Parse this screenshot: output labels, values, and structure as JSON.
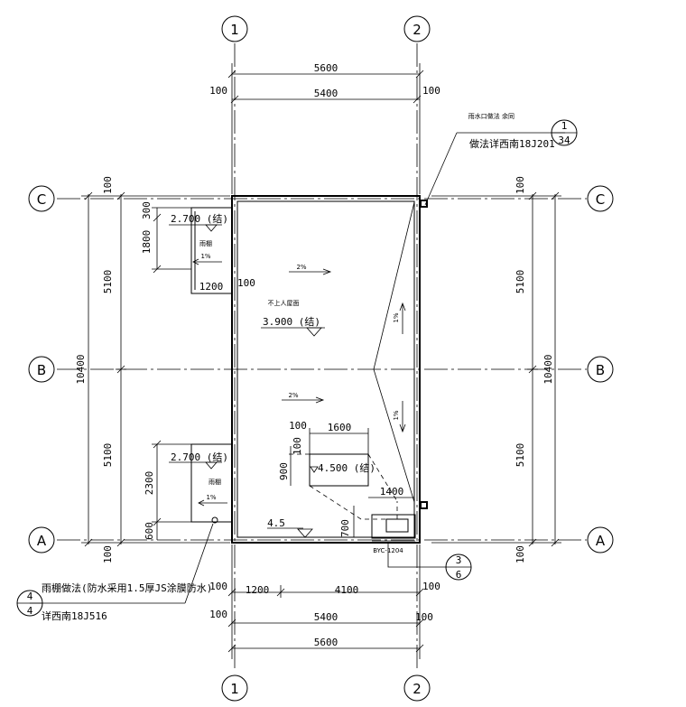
{
  "axes": {
    "col_1": "1",
    "col_2": "2",
    "row_a": "A",
    "row_b": "B",
    "row_c": "C"
  },
  "dims": {
    "top_overall": "5600",
    "top_inner": "5400",
    "top_left_100": "100",
    "top_right_100": "100",
    "bottom_left_100_a": "100",
    "bottom_1200": "1200",
    "bottom_4100": "4100",
    "bottom_right_100_a": "100",
    "bottom_left_100_b": "100",
    "bottom_inner": "5400",
    "bottom_right_100_b": "100",
    "bottom_overall": "5600",
    "left_100_top": "100",
    "left_5100_top": "5100",
    "left_overall": "10400",
    "left_5100_bottom": "5100",
    "left_100_bottom": "100",
    "right_100_top": "100",
    "right_5100_top": "5100",
    "right_overall": "10400",
    "right_5100_bottom": "5100",
    "right_100_bottom": "100",
    "canopy_top_300": "300",
    "canopy_top_1800": "1800",
    "canopy_top_1200": "1200",
    "canopy_top_100": "100",
    "canopy_bot_2300": "2300",
    "canopy_bot_600": "600",
    "small_100": "100",
    "small_1600": "1600",
    "small_100v": "100",
    "small_900": "900",
    "small_1400": "1400",
    "small_700": "700",
    "small_45": "4.5"
  },
  "labels": {
    "canopy_elev_top": "2.700 (结)",
    "canopy_word_top": "雨棚",
    "slope_canopy_top": "1%",
    "canopy_elev_bot": "2.700 (结)",
    "canopy_word_bot": "雨棚",
    "slope_canopy_bot": "1%",
    "slope_roof_top": "2%",
    "roof_note": "不上人屋面",
    "roof_elev": "3.900 (结)",
    "slope_roof_bot": "2%",
    "slope_right_top": "1%",
    "slope_right_bot": "1%",
    "inner_elev": "4.500 (结)",
    "equip_code": "BYC-1204"
  },
  "callouts": {
    "rain_line1": "雨水口做法 余同",
    "rain_line2": "做法详西南18J201",
    "rain_num": "1",
    "rain_sheet": "34",
    "canopy_line1": "雨棚做法(防水采用1.5厚JS涂膜防水)",
    "canopy_line2": "详西南18J516",
    "canopy_num": "4",
    "canopy_sheet": "4",
    "equip_num": "3",
    "equip_sheet": "6"
  }
}
